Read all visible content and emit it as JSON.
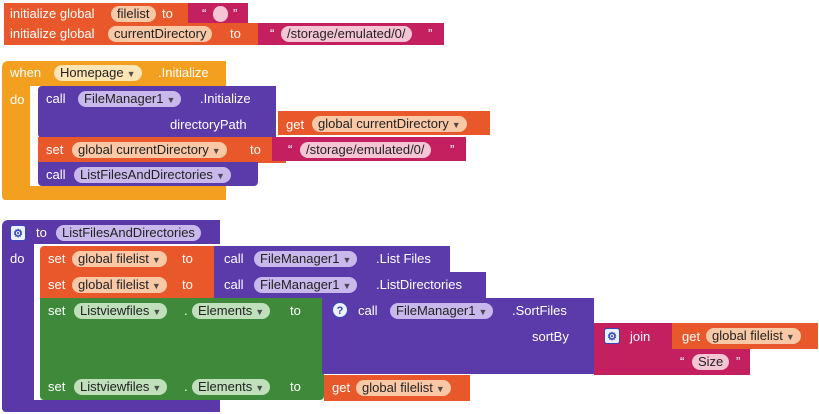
{
  "globals": [
    {
      "kw": "initialize global",
      "name": "filelist",
      "to": "to",
      "open_q": "“",
      "close_q": "”"
    },
    {
      "kw": "initialize global",
      "name": "currentDirectory",
      "to": "to",
      "open_q": "“",
      "value": "/storage/emulated/0/",
      "close_q": "”"
    }
  ],
  "event": {
    "when": "when",
    "component": "Homepage",
    "event": ".Initialize",
    "do": "do",
    "call1": {
      "call": "call",
      "component": "FileManager1",
      "method": ".Initialize",
      "param": "directoryPath",
      "get": "get",
      "var": "global currentDirectory"
    },
    "set1": {
      "set": "set",
      "var": "global currentDirectory",
      "to": "to",
      "open_q": "“",
      "value": "/storage/emulated/0/",
      "close_q": "”"
    },
    "call2": {
      "call": "call",
      "proc": "ListFilesAndDirectories"
    }
  },
  "procedure": {
    "to": "to",
    "name": "ListFilesAndDirectories",
    "do": "do",
    "set1": {
      "set": "set",
      "var": "global filelist",
      "to": "to",
      "call": "call",
      "component": "FileManager1",
      "method": ".List Files"
    },
    "set2": {
      "set": "set",
      "var": "global filelist",
      "to": "to",
      "call": "call",
      "component": "FileManager1",
      "method": ".ListDirectories"
    },
    "set3": {
      "set": "set",
      "component": "Listviewfiles",
      "dot": ".",
      "prop": "Elements",
      "to": "to",
      "call": "call",
      "component2": "FileManager1",
      "method": ".SortFiles",
      "param": "sortBy",
      "join": "join",
      "get": "get",
      "var": "global filelist",
      "open_q": "“",
      "text": "Size",
      "close_q": "”"
    },
    "set4": {
      "set": "set",
      "component": "Listviewfiles",
      "dot": ".",
      "prop": "Elements",
      "to": "to",
      "get": "get",
      "var": "global filelist"
    }
  },
  "colors": {
    "variable": "#e8582b",
    "event": "#f3a020",
    "component": "#5b3aaa",
    "text": "#c4205f",
    "logic_green": "#3f8a3a"
  }
}
